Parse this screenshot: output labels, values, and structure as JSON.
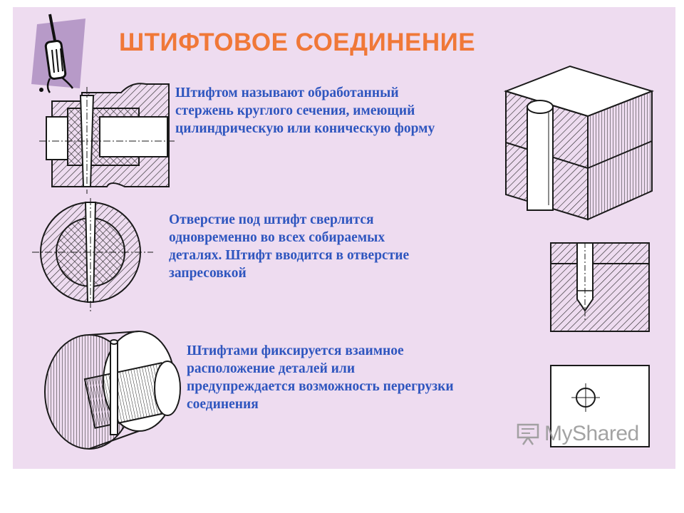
{
  "slide": {
    "title": "ШТИФТОВОЕ СОЕДИНЕНИЕ",
    "paragraphs": [
      {
        "lines": [
          "Штифтом называют обработанный",
          "стержень круглого сечения, имеющий",
          "цилиндрическую или коническую форму"
        ]
      },
      {
        "lines": [
          "Отверстие под штифт сверлится",
          "одновременно во  всех собираемых",
          "деталях. Штифт вводится в отверстие",
          "запресовкой"
        ]
      },
      {
        "lines": [
          "Штифтами фиксируется взаимное",
          "расположение деталей или",
          "предупреждается возможность перегрузки",
          "соединения"
        ]
      }
    ],
    "watermark": "MyShared",
    "icon": "screwdriver-icon"
  },
  "colors": {
    "slide_background": "#eedcf0",
    "title": "#f07838",
    "body_text": "#2f56bf",
    "drawing_line": "#1a1a1a"
  }
}
